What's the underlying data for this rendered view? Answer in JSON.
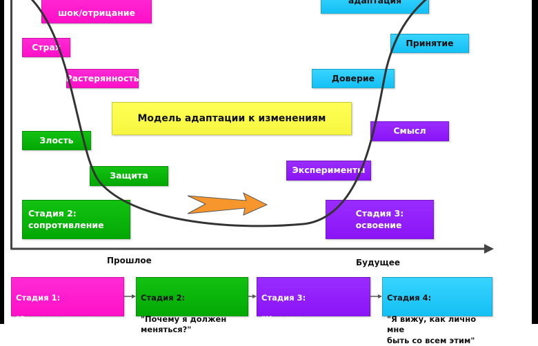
{
  "diagram": {
    "title": "Модель адаптации к изменениям",
    "axis": {
      "past_label": "Прошлое",
      "future_label": "Будущее"
    },
    "colors": {
      "stage1": "#ff14cc",
      "stage2": "#06b006",
      "stage3": "#9020fa",
      "stage4": "#20c8f8",
      "title_box": "#fafa48",
      "arrow": "#f7962c",
      "curve": "#333333"
    },
    "emotions": {
      "shock": "шок/отрицание",
      "fear": "Страх",
      "confusion": "Растерянность",
      "anger": "Злость",
      "defense": "Защита",
      "adaptation": "адаптация",
      "acceptance": "Принятие",
      "trust": "Доверие",
      "meaning": "Смысл",
      "experiments": "Эксперименты"
    },
    "stage_boxes": {
      "resistance": "Стадия 2:\nсопротивление",
      "mastery": "Стадия 3:\nосвоение"
    },
    "flow": [
      {
        "title": "Стадия 1:",
        "quote": "\"Этого не может быть!\""
      },
      {
        "title": "Стадия 2:",
        "quote": "\"Почему я должен\nменяться?\""
      },
      {
        "title": "Стадия 3:",
        "quote": "\"Как мне приспособиться к\nэтому?\""
      },
      {
        "title": "Стадия 4:",
        "quote": "\"Я вижу, как лично мне\nбыть со всем этим\""
      }
    ]
  }
}
